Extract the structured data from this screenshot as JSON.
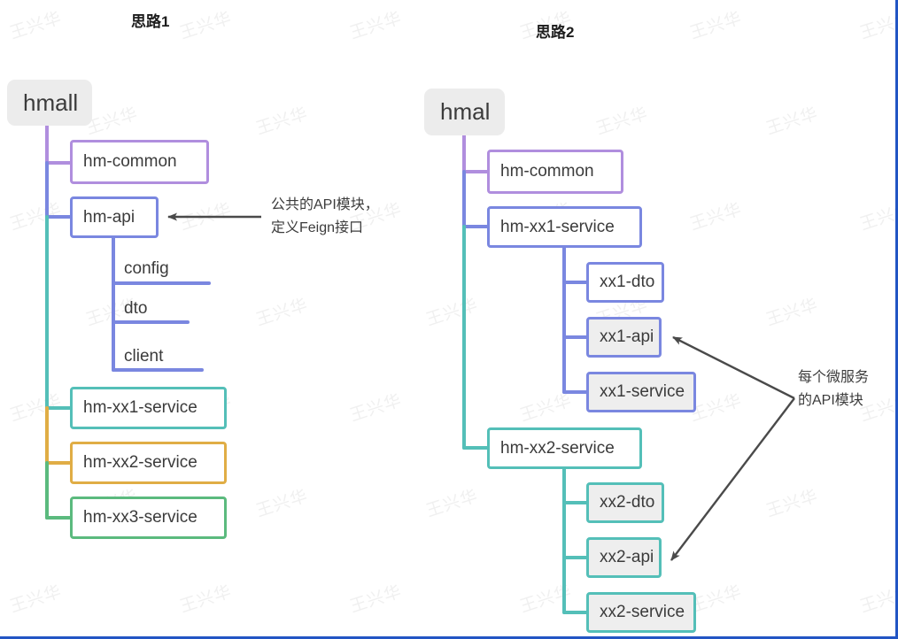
{
  "diagram": {
    "watermark_text": "王兴华",
    "frame_color": "#2255c4",
    "background": "#ffffff"
  },
  "panels": [
    {
      "id": "panel-left",
      "title": "思路1",
      "root": {
        "label": "hmall"
      },
      "nodes": [
        {
          "label": "hm-common",
          "color": "#b08ede",
          "style": "boxed"
        },
        {
          "label": "hm-api",
          "color": "#7a87e0",
          "style": "boxed"
        },
        {
          "label": "config",
          "color": "#7a87e0",
          "style": "underline"
        },
        {
          "label": "dto",
          "color": "#7a87e0",
          "style": "underline"
        },
        {
          "label": "client",
          "color": "#7a87e0",
          "style": "underline"
        },
        {
          "label": "hm-xx1-service",
          "color": "#54bfb8",
          "style": "boxed"
        },
        {
          "label": "hm-xx2-service",
          "color": "#e0ad45",
          "style": "boxed"
        },
        {
          "label": "hm-xx3-service",
          "color": "#5bba7e",
          "style": "boxed"
        }
      ],
      "annotation": {
        "line1": "公共的API模块，",
        "line2": "定义Feign接口",
        "points_to": "hm-api"
      }
    },
    {
      "id": "panel-right",
      "title": "思路2",
      "root": {
        "label": "hmal"
      },
      "nodes": [
        {
          "label": "hm-common",
          "color": "#b08ede",
          "style": "boxed"
        },
        {
          "label": "hm-xx1-service",
          "color": "#7a87e0",
          "style": "boxed"
        },
        {
          "label": "xx1-dto",
          "color": "#7a87e0",
          "style": "boxed"
        },
        {
          "label": "xx1-api",
          "color": "#7a87e0",
          "style": "boxed-filled"
        },
        {
          "label": "xx1-service",
          "color": "#7a87e0",
          "style": "boxed-filled"
        },
        {
          "label": "hm-xx2-service",
          "color": "#54bfb8",
          "style": "boxed"
        },
        {
          "label": "xx2-dto",
          "color": "#54bfb8",
          "style": "boxed-filled"
        },
        {
          "label": "xx2-api",
          "color": "#54bfb8",
          "style": "boxed-filled"
        },
        {
          "label": "xx2-service",
          "color": "#54bfb8",
          "style": "boxed-filled"
        }
      ],
      "annotation": {
        "line1": "每个微服务",
        "line2": "的API模块",
        "points_to": "xx1-api, xx2-api"
      }
    }
  ]
}
